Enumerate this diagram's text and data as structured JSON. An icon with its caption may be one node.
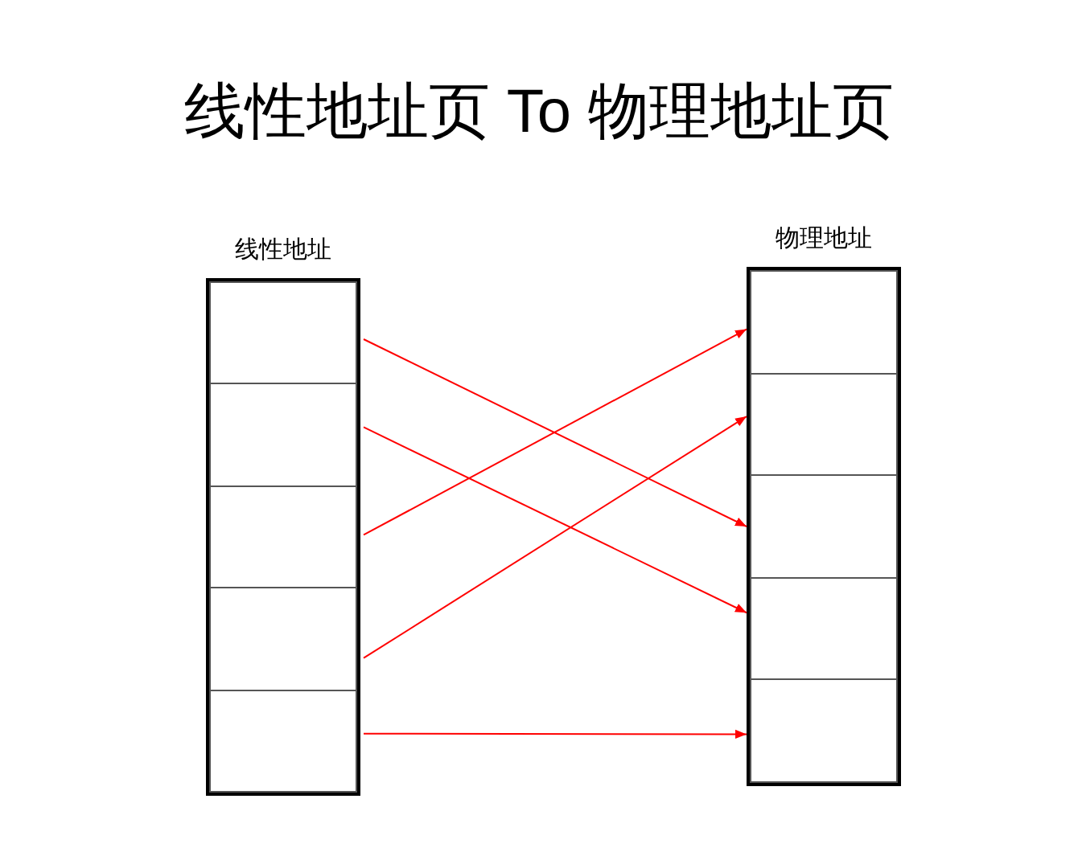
{
  "diagram": {
    "title": "线性地址页 To 物理地址页",
    "nodes": [
      {
        "text": [
          "线性地址"
        ]
      },
      {
        "text": [],
        "shape": "box",
        "in": 0
      },
      {
        "text": [],
        "shape": "box",
        "in": 0
      },
      {
        "text": [],
        "shape": "box",
        "in": 0
      },
      {
        "text": [],
        "shape": "box",
        "in": 0
      },
      {
        "text": [],
        "shape": "box",
        "in": 0
      },
      {
        "text": [
          "物理地址"
        ]
      },
      {
        "text": [],
        "shape": "box",
        "in": 6
      },
      {
        "text": [],
        "shape": "box",
        "in": 6
      },
      {
        "text": [],
        "shape": "box",
        "in": 6
      },
      {
        "text": [],
        "shape": "box",
        "in": 6
      },
      {
        "text": [],
        "shape": "box",
        "in": 6
      }
    ],
    "edges": [
      {
        "from": 1,
        "to": 9,
        "arrow": "to"
      },
      {
        "from": 2,
        "to": 10,
        "arrow": "to"
      },
      {
        "from": 3,
        "to": 7,
        "arrow": "to"
      },
      {
        "from": 4,
        "to": 8,
        "arrow": "to"
      },
      {
        "from": 5,
        "to": 11,
        "arrow": "to"
      }
    ]
  }
}
